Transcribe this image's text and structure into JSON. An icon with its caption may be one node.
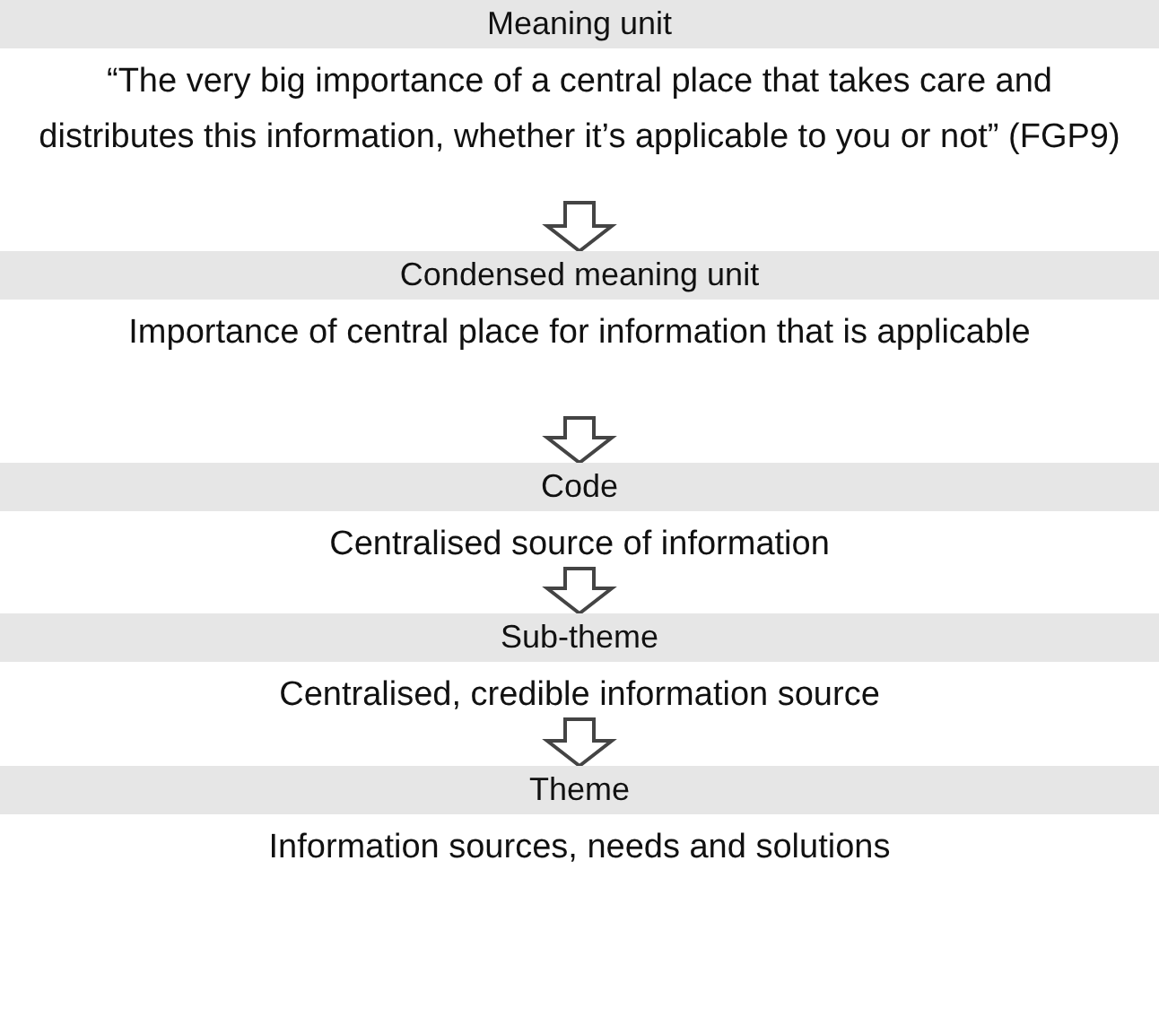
{
  "diagram": {
    "nodes": [
      {
        "text": [
          "Meaning unit",
          "“The very big importance of a central place that takes care and distributes this information, whether it’s applicable to you or not” (FGP9)"
        ]
      },
      {
        "text": [
          "Condensed meaning unit",
          "Importance of central place for information that is applicable"
        ]
      },
      {
        "text": [
          "Code",
          "Centralised source of information"
        ]
      },
      {
        "text": [
          "Sub-theme",
          "Centralised, credible information source"
        ]
      },
      {
        "text": [
          "Theme",
          "Information sources, needs and solutions"
        ]
      }
    ],
    "edges": [
      {
        "from": 0,
        "to": 1,
        "arrow": "to"
      },
      {
        "from": 1,
        "to": 2,
        "arrow": "to"
      },
      {
        "from": 2,
        "to": 3,
        "arrow": "to"
      },
      {
        "from": 3,
        "to": 4,
        "arrow": "to"
      }
    ]
  }
}
